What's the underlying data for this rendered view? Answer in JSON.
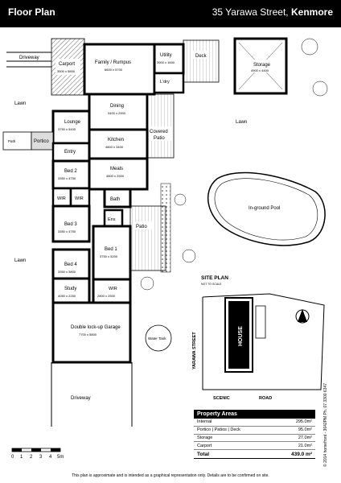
{
  "header": {
    "title": "Floor Plan",
    "address_street": "35 Yarawa Street,",
    "address_suburb": "Kenmore"
  },
  "rooms": {
    "driveway_top": "Driveway",
    "carport": "Carport",
    "carport_size": "3500 x 5800",
    "family": "Family / Rumpus",
    "family_size": "6600 x 5700",
    "utility": "Utility",
    "utility_size": "3900 x 1600",
    "deck": "Deck",
    "lndry": "L'dry",
    "storage": "Storage",
    "storage_size": "4900 x 4400",
    "lawn_tl": "Lawn",
    "lawn_ml": "Lawn",
    "lawn_right": "Lawn",
    "dining": "Dining",
    "dining_size": "3400 x 2900",
    "lounge": "Lounge",
    "lounge_size": "3750 x 5400",
    "kitchen": "Kitchen",
    "kitchen_size": "4800 x 3400",
    "covered_patio": "Covered Patio",
    "portico": "Portico",
    "path": "Path",
    "entry": "Entry",
    "bed2": "Bed 2",
    "bed2_size": "3350 x 4750",
    "meals": "Meals",
    "meals_size": "4800 x 2500",
    "wir": "WIR",
    "bath": "Bath",
    "pool": "In-ground Pool",
    "ens": "Ens",
    "bed3": "Bed 3",
    "bed3_size": "3350 x 4750",
    "patio": "Patio",
    "bed1": "Bed 1",
    "bed1_size": "3750 x 5200",
    "bed4": "Bed 4",
    "bed4_size": "3350 x 3800",
    "study": "Study",
    "study_size": "4050 x 2250",
    "wir2": "WIR",
    "wir2_size": "2800 x 2500",
    "garage": "Double lock-up Garage",
    "garage_size": "7700 x 5800",
    "water_tank": "Water Tank",
    "driveway_bottom": "Driveway"
  },
  "site_plan": {
    "title": "SITE PLAN",
    "subtitle": "NOT TO SCALE",
    "house": "HOUSE",
    "street1": "YARAWA STREET",
    "street2": "SCENIC",
    "street3": "ROAD"
  },
  "property_areas": {
    "heading": "Property Areas",
    "rows": [
      {
        "label": "Internal",
        "value": "295.0m²"
      },
      {
        "label": "Portico | Patios | Deck",
        "value": "95.0m²"
      },
      {
        "label": "Storage",
        "value": "27.0m²"
      },
      {
        "label": "Carport",
        "value": "21.0m²"
      }
    ],
    "total_label": "Total",
    "total_value": "439.0 m²"
  },
  "scale": {
    "ticks": [
      "0",
      "1",
      "2",
      "3",
      "4",
      "5m"
    ]
  },
  "footer": "This plan is approximate and is intended as a graphical representation only. Details are to be confirmed on site.",
  "credit": "© 2014 homefront - 3642PM Ph. 07 3300 6347"
}
